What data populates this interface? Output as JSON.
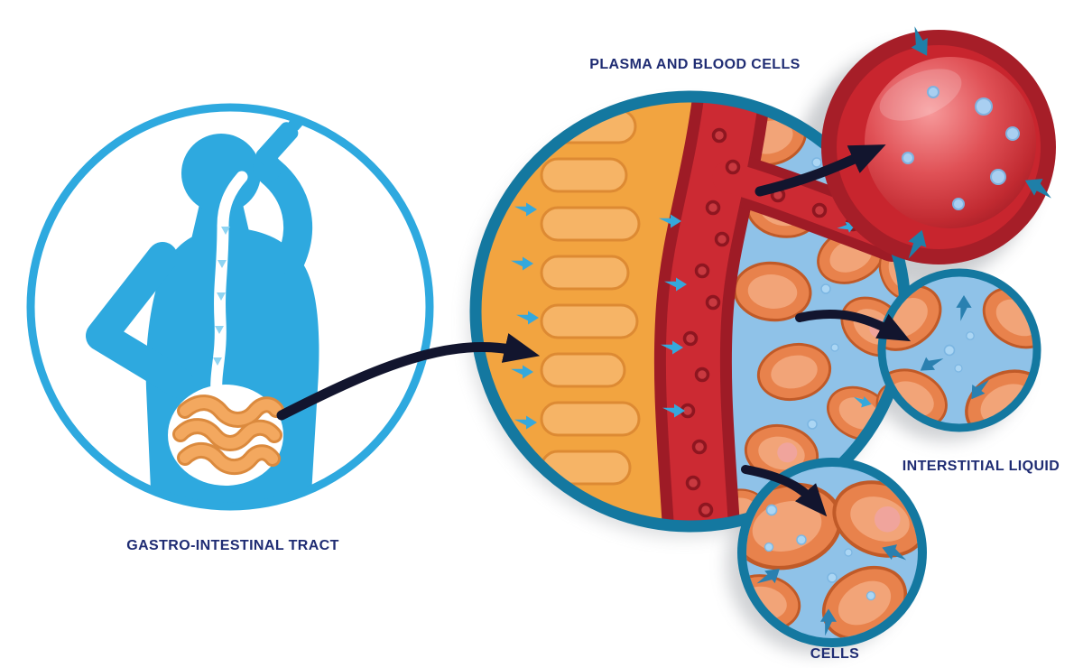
{
  "diagram": {
    "title": "Water absorption pathway diagram",
    "labels": {
      "plasma": "PLASMA AND BLOOD CELLS",
      "git": "GASTRO-INTESTINAL TRACT",
      "interstitial": "INTERSTITIAL LIQUID",
      "cells": "CELLS"
    },
    "icons": {
      "flow_arrow": "→",
      "transfer_arrow": "➜"
    },
    "colors": {
      "accent_blue": "#2EA9DF",
      "teal_border": "#1478A0",
      "teal_arrow": "#1F7FA8",
      "orange_tissue": "#F2A440",
      "villi_orange": "#F6B466",
      "cell_orange": "#E8824C",
      "vessel_red": "#CC2A33",
      "vessel_dark_red": "#9E1B26",
      "liquid_blue": "#8FC2E8",
      "label_navy": "#1F2C73",
      "black_arrow": "#12152E"
    }
  }
}
